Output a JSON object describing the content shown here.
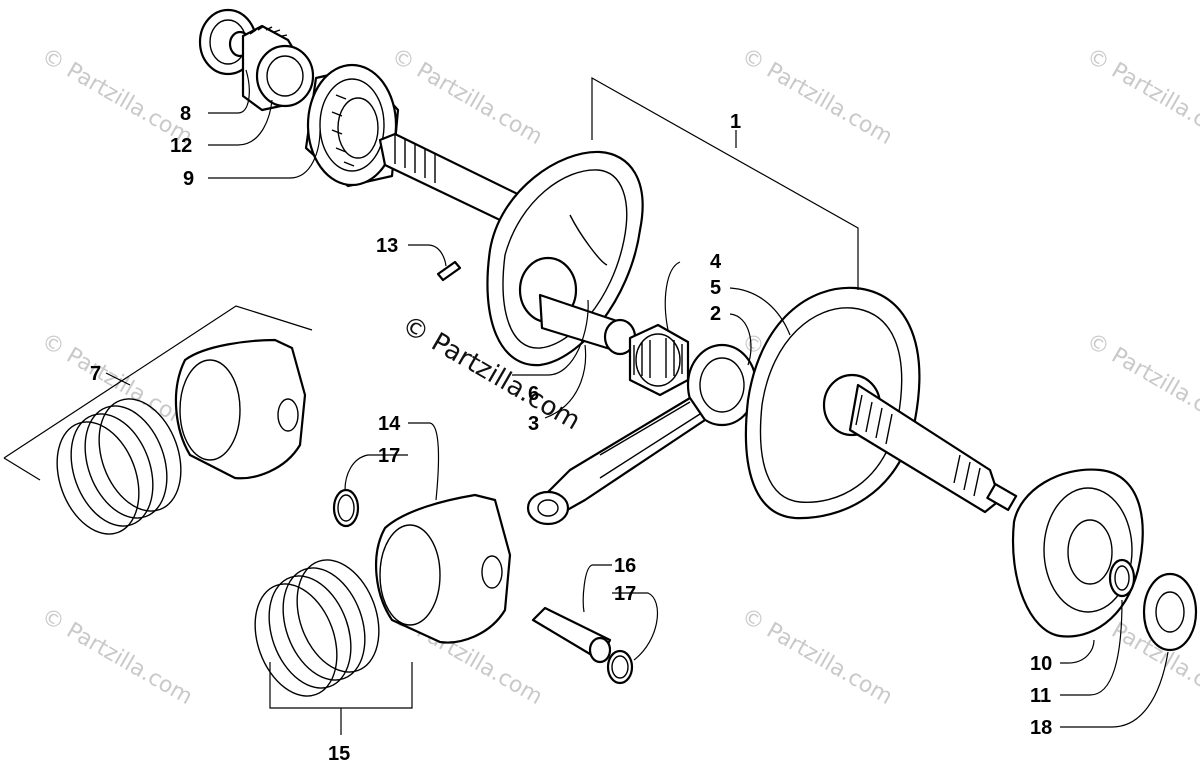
{
  "diagram": {
    "callouts": {
      "c1": "1",
      "c2": "2",
      "c3": "3",
      "c4": "4",
      "c5": "5",
      "c6": "6",
      "c7": "7",
      "c8": "8",
      "c9": "9",
      "c10": "10",
      "c11": "11",
      "c12": "12",
      "c13": "13",
      "c14": "14",
      "c15": "15",
      "c16": "16",
      "c17a": "17",
      "c17b": "17",
      "c18": "18"
    },
    "watermark": "© Partzilla.com",
    "center_watermark": "© Partzilla.com"
  },
  "colors": {
    "line": "#000000",
    "background": "#ffffff",
    "watermark": "#c9c9c9"
  }
}
